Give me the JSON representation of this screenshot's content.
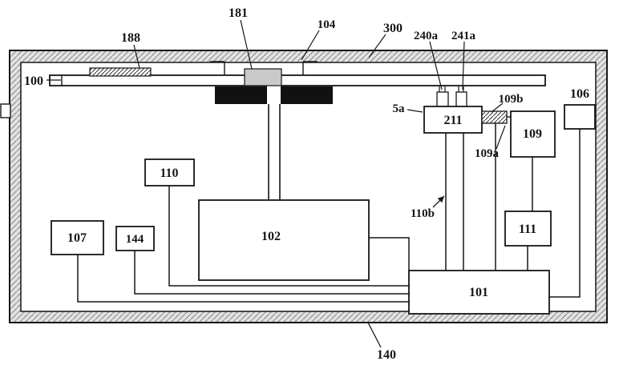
{
  "figure": {
    "title": "apparatus-schematic",
    "labels": {
      "n100": "100",
      "n188": "188",
      "n181": "181",
      "n104": "104",
      "n300": "300",
      "n240a": "240a",
      "n241a": "241a",
      "n5a": "5a",
      "n211": "211",
      "n109b": "109b",
      "n109a": "109a",
      "n109": "109",
      "n106": "106",
      "n110": "110",
      "n110b": "110b",
      "n102": "102",
      "n111": "111",
      "n107": "107",
      "n144": "144",
      "n101": "101",
      "n140": "140"
    },
    "colors": {
      "line": "#161616",
      "wall_fill": "#e3e3e3",
      "wall_hatch": "#909090",
      "chuck_black": "#111111",
      "element_gray": "#c9c9c9",
      "white": "#ffffff"
    }
  }
}
